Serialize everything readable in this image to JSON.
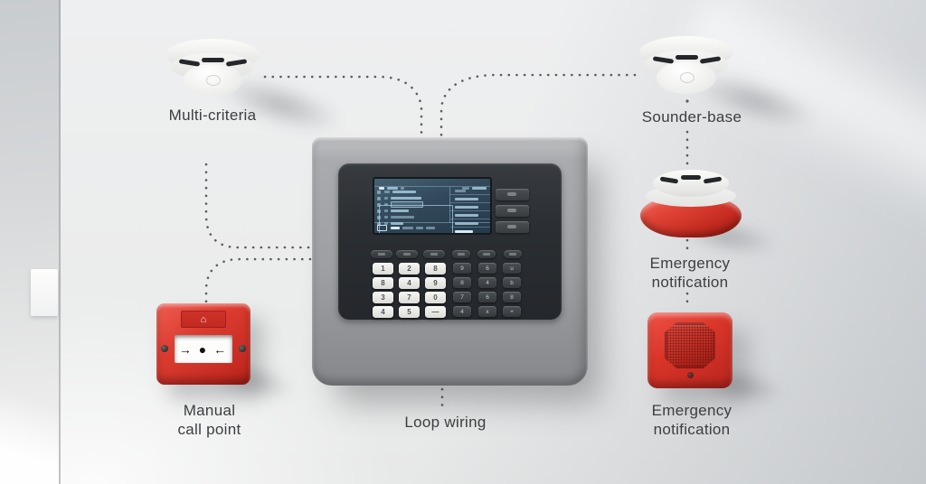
{
  "labels": {
    "multi_criteria": "Multi-criteria",
    "sounder_base": "Sounder-base",
    "manual_call_point_line1": "Manual",
    "manual_call_point_line2": "call point",
    "emergency_beacon_line1": "Emergency",
    "emergency_beacon_line2": "notification",
    "emergency_sounder_line1": "Emergency",
    "emergency_sounder_line2": "notification",
    "loop_wiring": "Loop wiring"
  },
  "call_point": {
    "symbol": "→ ● ←",
    "top_icon": "⌂"
  },
  "panel": {
    "white_keys": [
      [
        "1",
        "2",
        "8"
      ],
      [
        "8",
        "4",
        "9"
      ],
      [
        "3",
        "7",
        "0"
      ],
      [
        "4",
        "5",
        "—"
      ]
    ],
    "dark_keys": [
      [
        "9",
        "6",
        "u"
      ],
      [
        "8",
        "4",
        "b"
      ],
      [
        "7",
        "6",
        "8"
      ],
      [
        "4",
        "x",
        "+"
      ]
    ]
  },
  "colors": {
    "wall": "#ecedee",
    "label_text": "#3c3e40",
    "dotted_line": "#3d3d3d",
    "panel_case": "#9c9ea1",
    "panel_bezel": "#2b2e32",
    "screen_background": "#32495a",
    "screen_accent": "#a9cadd",
    "device_red": "#d43428",
    "detector_white": "#f2f2f1"
  }
}
